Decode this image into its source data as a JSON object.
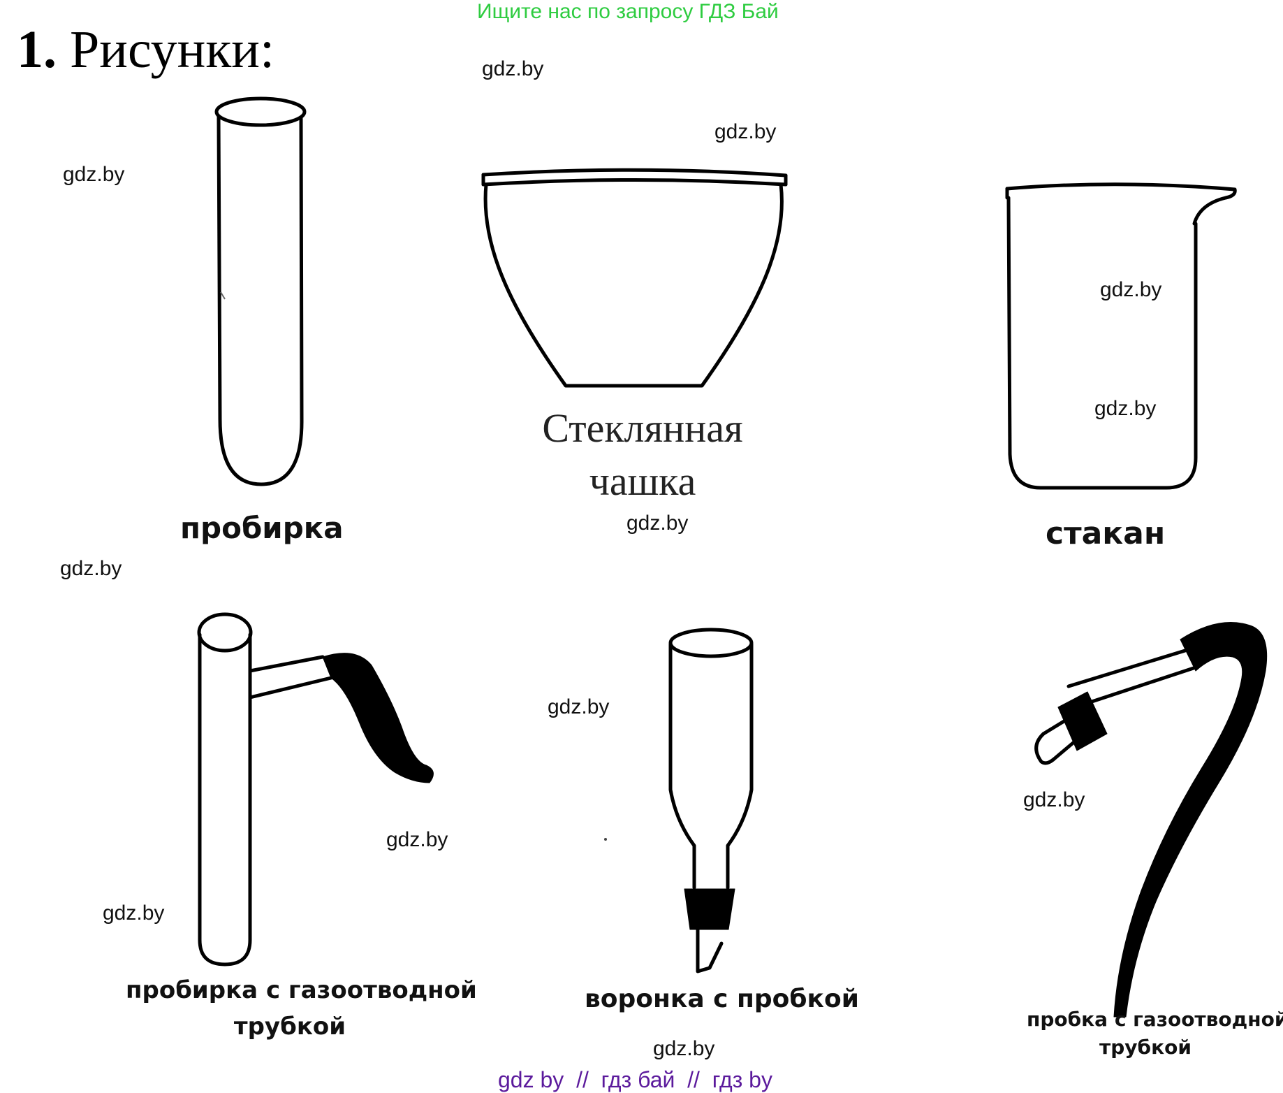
{
  "header": {
    "search_banner": "Ищите нас по запросу ГДЗ Бай",
    "heading_number": "1.",
    "heading_text": "Рисунки:"
  },
  "items": {
    "test_tube": "пробирка",
    "glass_cup_line1": "Стеклянная",
    "glass_cup_line2": "чашка",
    "beaker": "стакан",
    "tube_with_outlet_line1": "пробирка с газоотводной",
    "tube_with_outlet_line2": "трубкой",
    "funnel_with_stopper": "воронка с пробкой",
    "stopper_with_tube_line1": "пробка с газоотводной",
    "stopper_with_tube_line2": "трубкой"
  },
  "watermark": "gdz.by",
  "footer": "gdz by  //  гдз бай  //  гдз by",
  "colors": {
    "banner": "#2ecc40",
    "footer": "#5b1a9c"
  }
}
